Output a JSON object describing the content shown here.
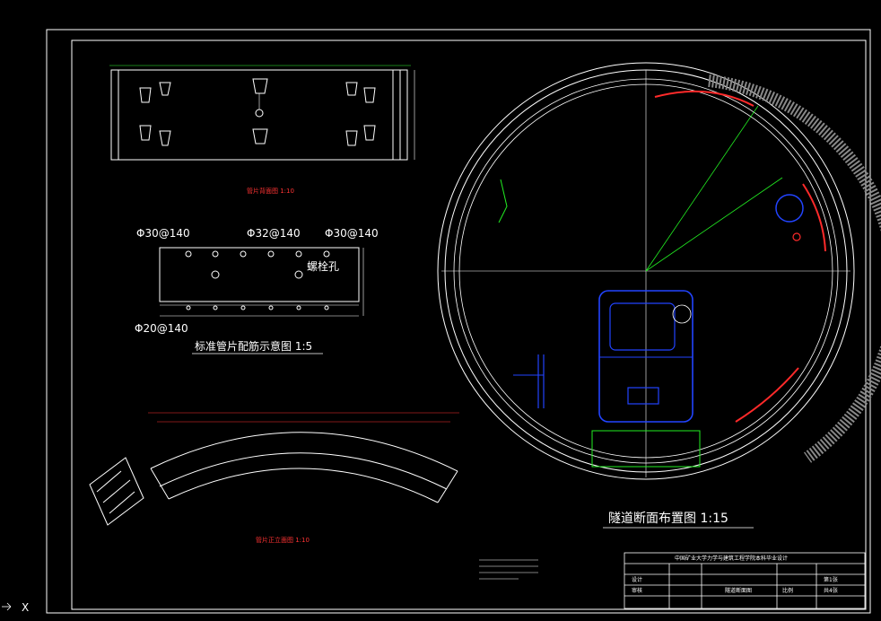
{
  "drawing": {
    "segment_front_title": "管片背面图  1:10",
    "rebar_title": "标准管片配筋示意图    1:5",
    "rebar_labels": {
      "top_left": "Φ30@140",
      "top_mid": "Φ32@140",
      "top_right": "Φ30@140",
      "bottom_left": "Φ20@140",
      "bolt_hole": "螺栓孔"
    },
    "segment_section_title": "管片正立面图  1:10",
    "section_title": "隧道断面布置图    1:15",
    "title_block": {
      "heading": "中国矿业大学力学与建筑工程学院本科毕业设计",
      "drawing_name": "隧道断面图",
      "design_label": "设计",
      "check_label": "审核",
      "sheet_label": "第1张",
      "total_label": "共4张",
      "scale_label": "比例"
    },
    "axis_marker": "X"
  },
  "colors": {
    "background": "#000000",
    "line": "#ffffff",
    "accent_red": "#ff2a2a",
    "accent_green": "#22ee22",
    "accent_blue": "#2244ff"
  }
}
